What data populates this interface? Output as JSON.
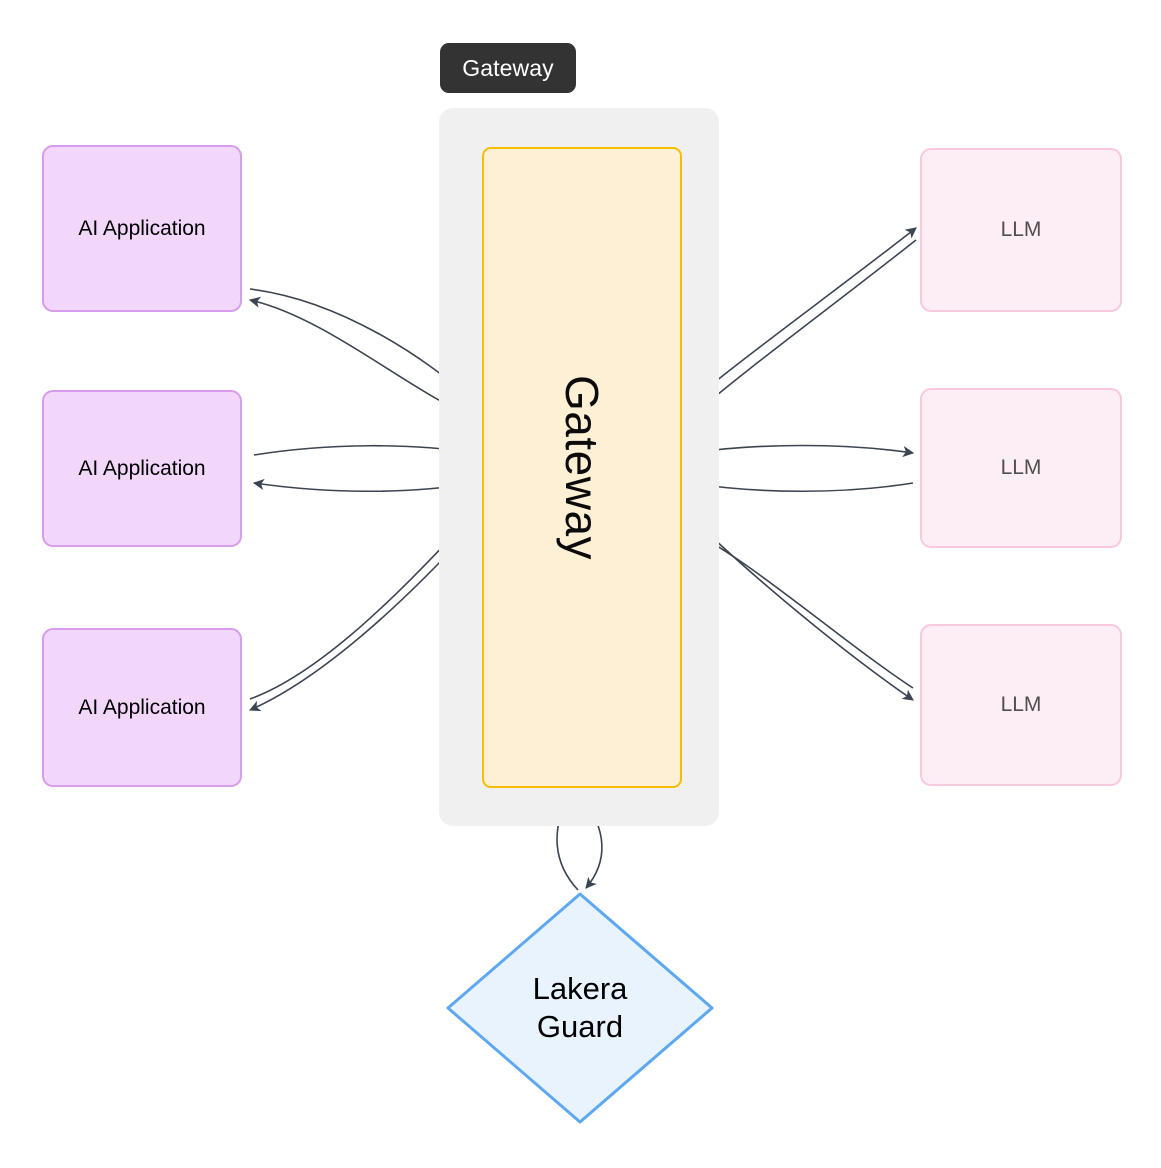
{
  "diagram": {
    "title": "Gateway",
    "background_color": "#ffffff"
  },
  "gateway": {
    "badge_label": "Gateway",
    "badge_bg": "#333333",
    "badge_text_color": "#ffffff",
    "group_bg": "#f0f0f0",
    "core_label": "Gateway",
    "core_bg": "#fdf0d5",
    "core_border": "#f5bf00"
  },
  "applications": {
    "fill": "#f3d7fa",
    "border": "#d79ceb",
    "items": [
      {
        "label": "AI Application"
      },
      {
        "label": "AI Application"
      },
      {
        "label": "AI Application"
      }
    ]
  },
  "llms": {
    "fill": "#fdeef5",
    "border": "#f8c8dd",
    "text_color": "#4f4f4f",
    "items": [
      {
        "label": "LLM"
      },
      {
        "label": "LLM"
      },
      {
        "label": "LLM"
      }
    ]
  },
  "guard": {
    "label_line1": "Lakera",
    "label_line2": "Guard",
    "fill": "#e8f3fd",
    "border": "#5da8f0"
  },
  "connections": {
    "stroke_color": "#3d4451",
    "style": "bidirectional-curved",
    "pairs": [
      {
        "from": "AI Application 1",
        "to": "Gateway",
        "direction": "both"
      },
      {
        "from": "AI Application 2",
        "to": "Gateway",
        "direction": "both"
      },
      {
        "from": "AI Application 3",
        "to": "Gateway",
        "direction": "both"
      },
      {
        "from": "Gateway",
        "to": "LLM 1",
        "direction": "both"
      },
      {
        "from": "Gateway",
        "to": "LLM 2",
        "direction": "both"
      },
      {
        "from": "Gateway",
        "to": "LLM 3",
        "direction": "both"
      },
      {
        "from": "Gateway",
        "to": "Lakera Guard",
        "direction": "both"
      }
    ]
  }
}
